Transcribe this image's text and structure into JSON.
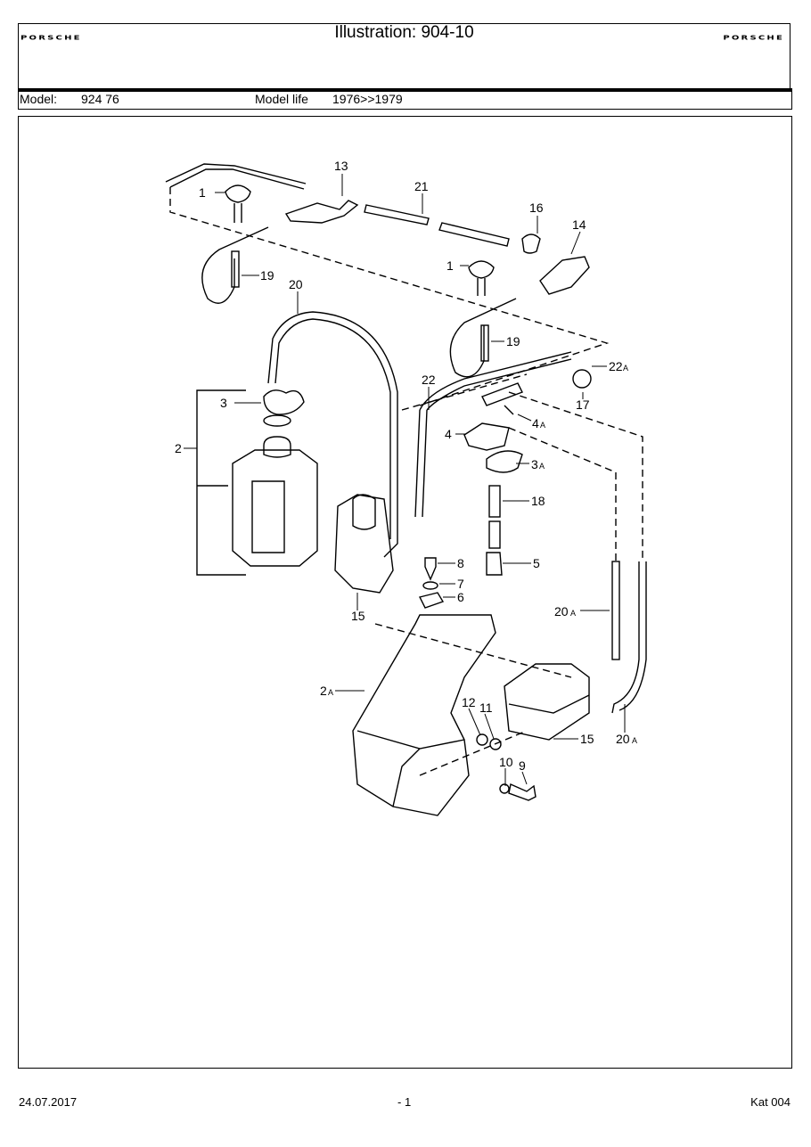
{
  "header": {
    "brand_left": "PORSCHE",
    "brand_right": "PORSCHE",
    "title": "Illustration: 904-10"
  },
  "model_bar": {
    "model_label": "Model:",
    "model_value": "924 76",
    "life_label": "Model life",
    "life_value": "1976>>1979"
  },
  "callouts": {
    "c1": "1",
    "c1b": "1",
    "c13": "13",
    "c21": "21",
    "c16": "16",
    "c14": "14",
    "c19": "19",
    "c19b": "19",
    "c20": "20",
    "c22": "22",
    "c22a": "22",
    "c22a_s": "A",
    "c17": "17",
    "c3": "3",
    "c2": "2",
    "c4a": "4",
    "c4a_s": "A",
    "c4": "4",
    "c3a": "3",
    "c3a_s": "A",
    "c18": "18",
    "c8": "8",
    "c5": "5",
    "c7": "7",
    "c6": "6",
    "c15": "15",
    "c15b": "15",
    "c20a": "20",
    "c20a_s": "A",
    "c2a": "2",
    "c2a_s": "A",
    "c12": "12",
    "c11": "11",
    "c10": "10",
    "c9": "9",
    "c20a2": "20",
    "c20a2_s": "A"
  },
  "footer": {
    "date": "24.07.2017",
    "page": "- 1",
    "catalog": "Kat 004"
  }
}
